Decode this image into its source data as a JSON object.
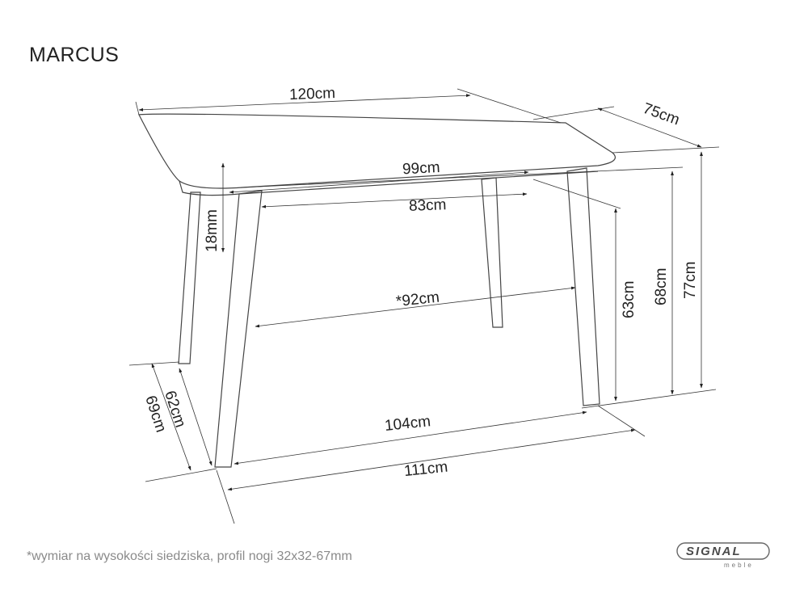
{
  "title": "MARCUS",
  "footnote": "*wymiar na wysokości siedziska, profil nogi 32x32-67mm",
  "dimensions": {
    "top_length": "120cm",
    "top_width": "75cm",
    "inner_width": "99cm",
    "frame_width": "83cm",
    "top_thickness": "18mm",
    "seat_clearance": "*92cm",
    "height_63": "63cm",
    "height_68": "68cm",
    "height_77": "77cm",
    "base_length": "104cm",
    "base_outer_length": "111cm",
    "base_depth_62": "62cm",
    "base_depth_69": "69cm"
  },
  "logo": {
    "name": "SIGNAL",
    "sub": "meble"
  }
}
